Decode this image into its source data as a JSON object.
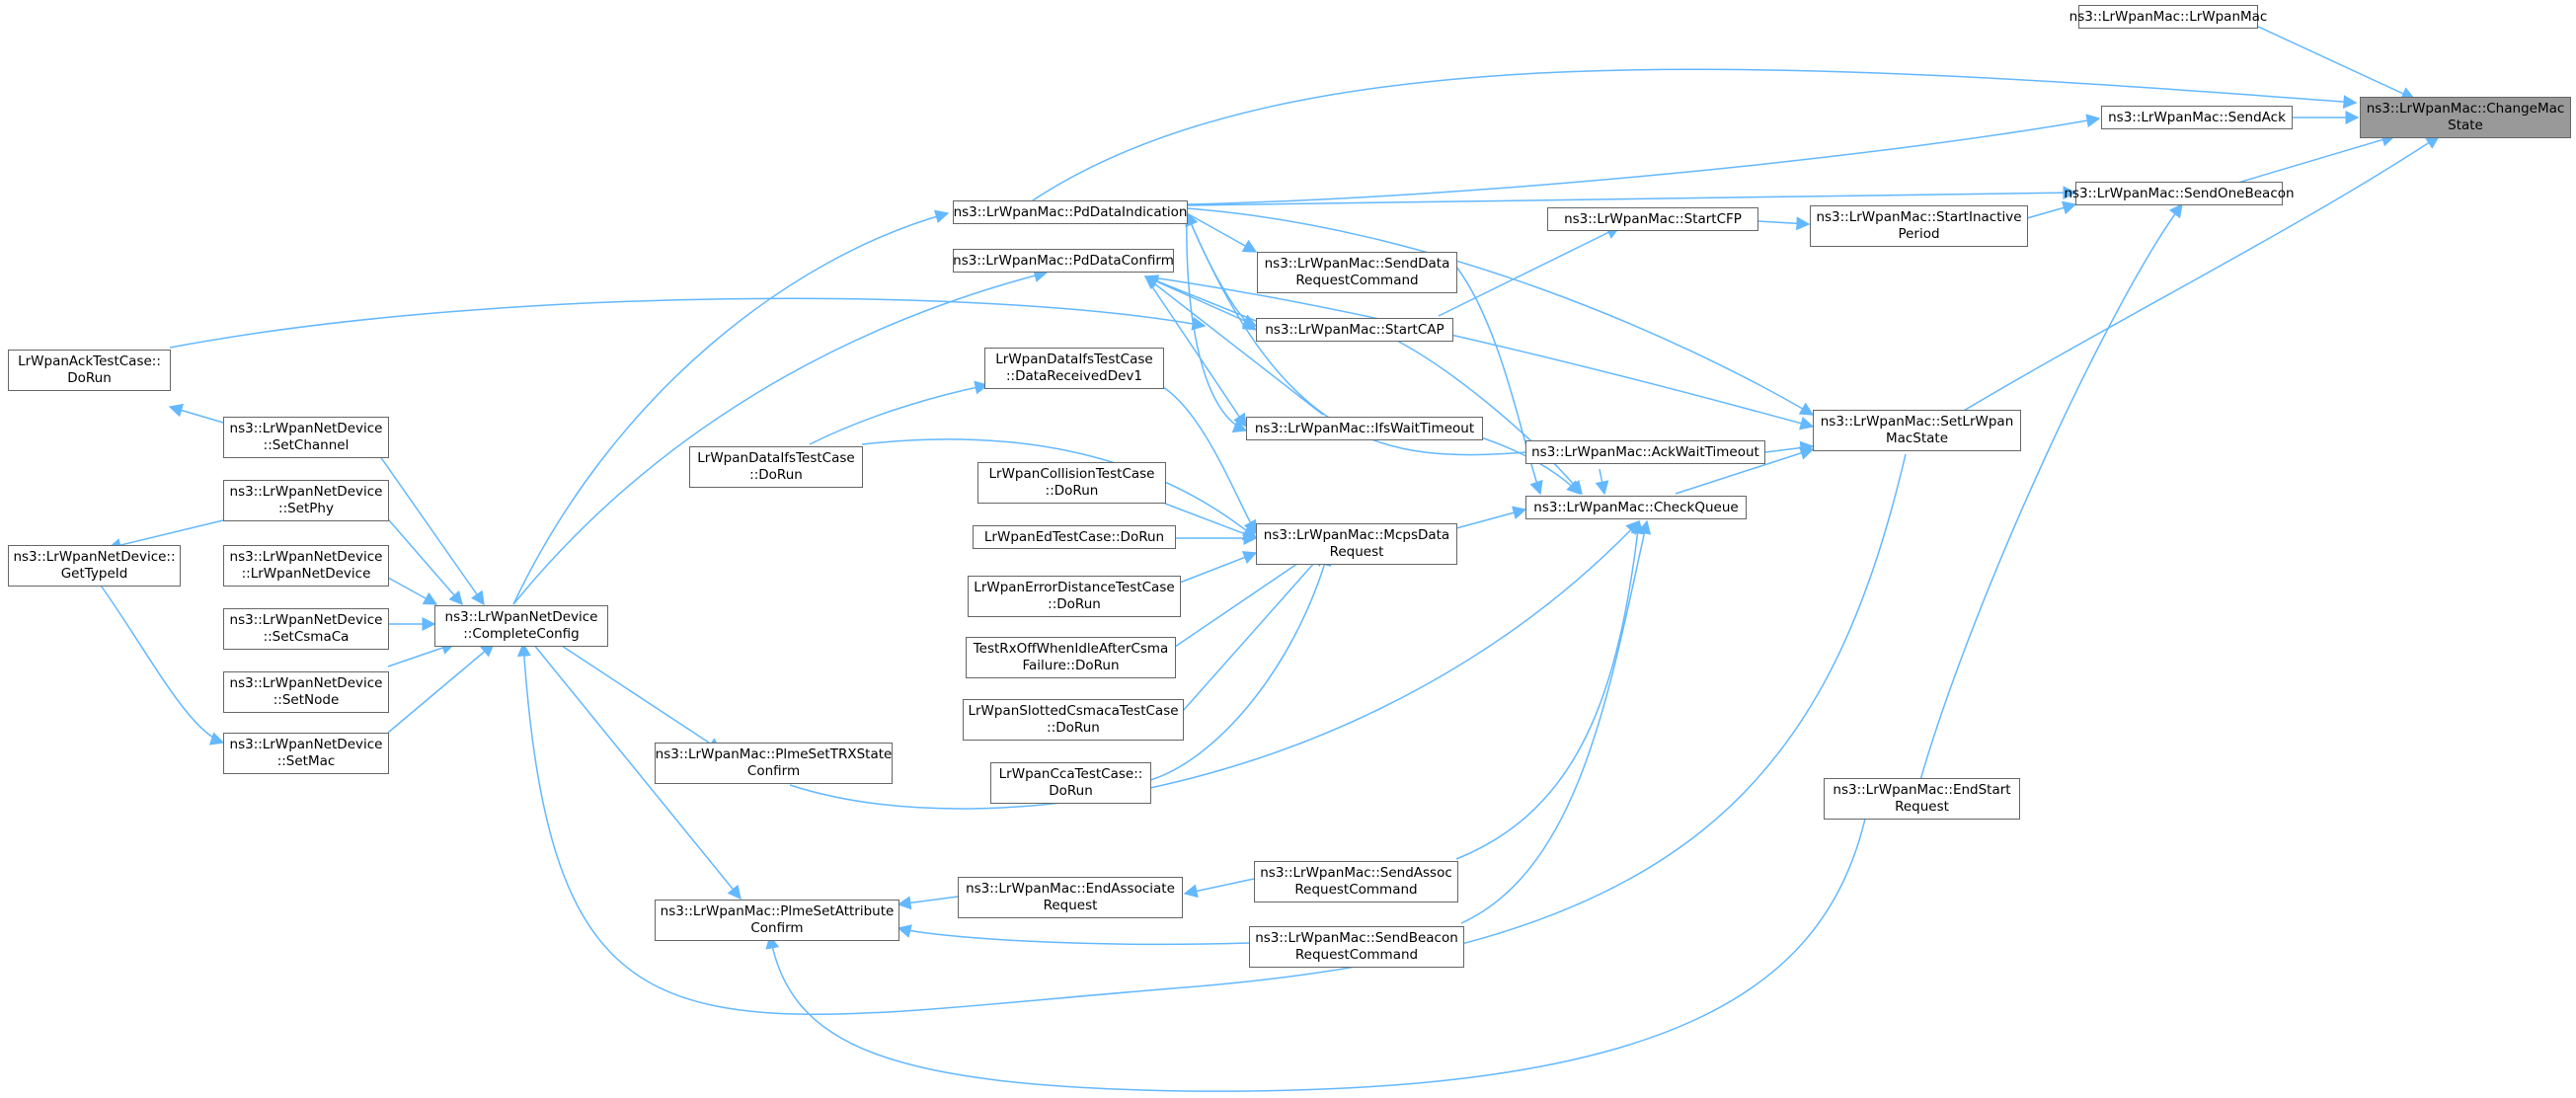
{
  "colors": {
    "edge": "#63b8ff",
    "node_border": "#666666",
    "root_fill": "#999999",
    "node_fill": "#ffffff"
  },
  "nodes": {
    "changeMacState": "ns3::LrWpanMac::ChangeMac\nState",
    "lrWpanMac": "ns3::LrWpanMac::LrWpanMac",
    "sendAck": "ns3::LrWpanMac::SendAck",
    "sendOneBeacon": "ns3::LrWpanMac::SendOneBeacon",
    "pdDataIndication": "ns3::LrWpanMac::PdDataIndication",
    "startCFP": "ns3::LrWpanMac::StartCFP",
    "startInactivePeriod": "ns3::LrWpanMac::StartInactive\nPeriod",
    "sendDataRequestCommand": "ns3::LrWpanMac::SendData\nRequestCommand",
    "pdDataConfirm": "ns3::LrWpanMac::PdDataConfirm",
    "startCAP": "ns3::LrWpanMac::StartCAP",
    "ackTestDoRun": "LrWpanAckTestCase::\nDoRun",
    "dataIfsDataReceivedDev1": "LrWpanDataIfsTestCase\n::DataReceivedDev1",
    "setLrWpanMacState": "ns3::LrWpanMac::SetLrWpan\nMacState",
    "ifsWaitTimeout": "ns3::LrWpanMac::IfsWaitTimeout",
    "netDeviceSetChannel": "ns3::LrWpanNetDevice\n::SetChannel",
    "dataIfsDoRun": "LrWpanDataIfsTestCase\n::DoRun",
    "ackWaitTimeout": "ns3::LrWpanMac::AckWaitTimeout",
    "collisionDoRun": "LrWpanCollisionTestCase\n::DoRun",
    "checkQueue": "ns3::LrWpanMac::CheckQueue",
    "netDeviceSetPhy": "ns3::LrWpanNetDevice\n::SetPhy",
    "edTestDoRun": "LrWpanEdTestCase::DoRun",
    "mcpsDataRequest": "ns3::LrWpanMac::McpsData\nRequest",
    "getTypeId": "ns3::LrWpanNetDevice::\nGetTypeId",
    "netDeviceCtor": "ns3::LrWpanNetDevice\n::LrWpanNetDevice",
    "errorDistanceDoRun": "LrWpanErrorDistanceTestCase\n::DoRun",
    "setCsmaCa": "ns3::LrWpanNetDevice\n::SetCsmaCa",
    "completeConfig": "ns3::LrWpanNetDevice\n::CompleteConfig",
    "txOffDoRun": "TestRxOffWhenIdleAfterCsma\nFailure::DoRun",
    "setNode": "ns3::LrWpanNetDevice\n::SetNode",
    "slottedCsmacaDoRun": "LrWpanSlottedCsmacaTestCase\n::DoRun",
    "setMac": "ns3::LrWpanNetDevice\n::SetMac",
    "plmeSetTRXStateConfirm": "ns3::LrWpanMac::PlmeSetTRXState\nConfirm",
    "ccaDoRun": "LrWpanCcaTestCase::\nDoRun",
    "endStartRequest": "ns3::LrWpanMac::EndStart\nRequest",
    "sendAssocRequestCommand": "ns3::LrWpanMac::SendAssoc\nRequestCommand",
    "endAssociateRequest": "ns3::LrWpanMac::EndAssociate\nRequest",
    "plmeSetAttributeConfirm": "ns3::LrWpanMac::PlmeSetAttribute\nConfirm",
    "sendBeaconRequestCommand": "ns3::LrWpanMac::SendBeacon\nRequestCommand"
  }
}
